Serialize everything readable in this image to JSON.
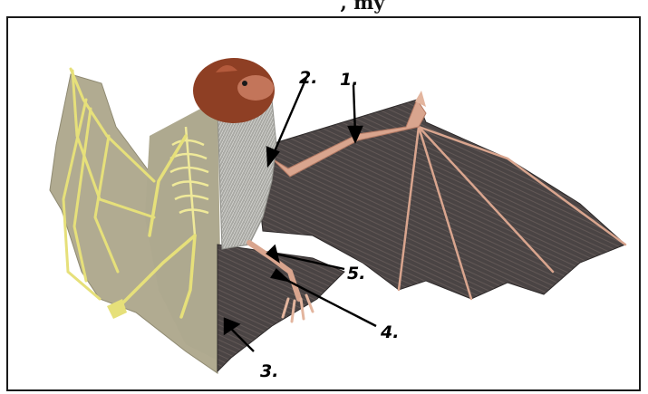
{
  "caption_fragment": ", my",
  "labels": [
    {
      "id": "1",
      "text": "1."
    },
    {
      "id": "2",
      "text": "2."
    },
    {
      "id": "3",
      "text": "3."
    },
    {
      "id": "4",
      "text": "4."
    },
    {
      "id": "5",
      "text": "5."
    }
  ],
  "colors": {
    "skeleton_panel": "#b1ab91",
    "bone": "#e6e07a",
    "wing_membrane": "#4a4444",
    "fur": "#a9a9a4",
    "head_fur": "#8e3f24",
    "arm_bone": "#d9a58e",
    "arrow": "#000000"
  }
}
